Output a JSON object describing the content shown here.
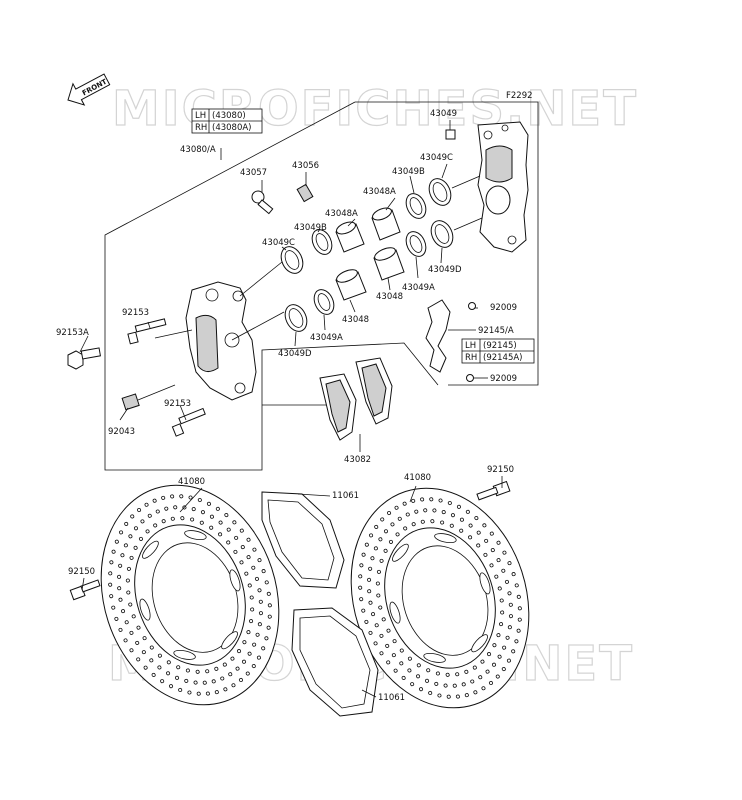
{
  "watermark": "MICROFICHES.NET",
  "diagram_code": "F2292",
  "front_label": "FRONT",
  "variants": {
    "caliper": {
      "lh_label": "LH",
      "lh_code": "(43080)",
      "rh_label": "RH",
      "rh_code": "(43080A)"
    },
    "bracket": {
      "lh_label": "LH",
      "lh_code": "(92145)",
      "rh_label": "RH",
      "rh_code": "(92145A)"
    }
  },
  "parts": {
    "p43080a": "43080/A",
    "p43049": "43049",
    "p43057": "43057",
    "p43056": "43056",
    "p43049c_top": "43049C",
    "p43048a_top": "43048A",
    "p43049b_top": "43049B",
    "p43048a_mid": "43048A",
    "p43049b_mid": "43049B",
    "p43049c_left": "43049C",
    "p43049d_right": "43049D",
    "p43048_right": "43048",
    "p43049a_right": "43049A",
    "p43048_mid": "43048",
    "p43049a_mid": "43049A",
    "p43049d_left": "43049D",
    "p92153_top": "92153",
    "p92153a": "92153A",
    "p92153_bottom": "92153",
    "p92043": "92043",
    "p92009_top": "92009",
    "p92145a": "92145/A",
    "p92009_bottom": "92009",
    "p43082": "43082",
    "p41080_left": "41080",
    "p11061_top": "11061",
    "p41080_right": "41080",
    "p92150_right": "92150",
    "p92150_left": "92150",
    "p11061_bottom": "11061"
  }
}
